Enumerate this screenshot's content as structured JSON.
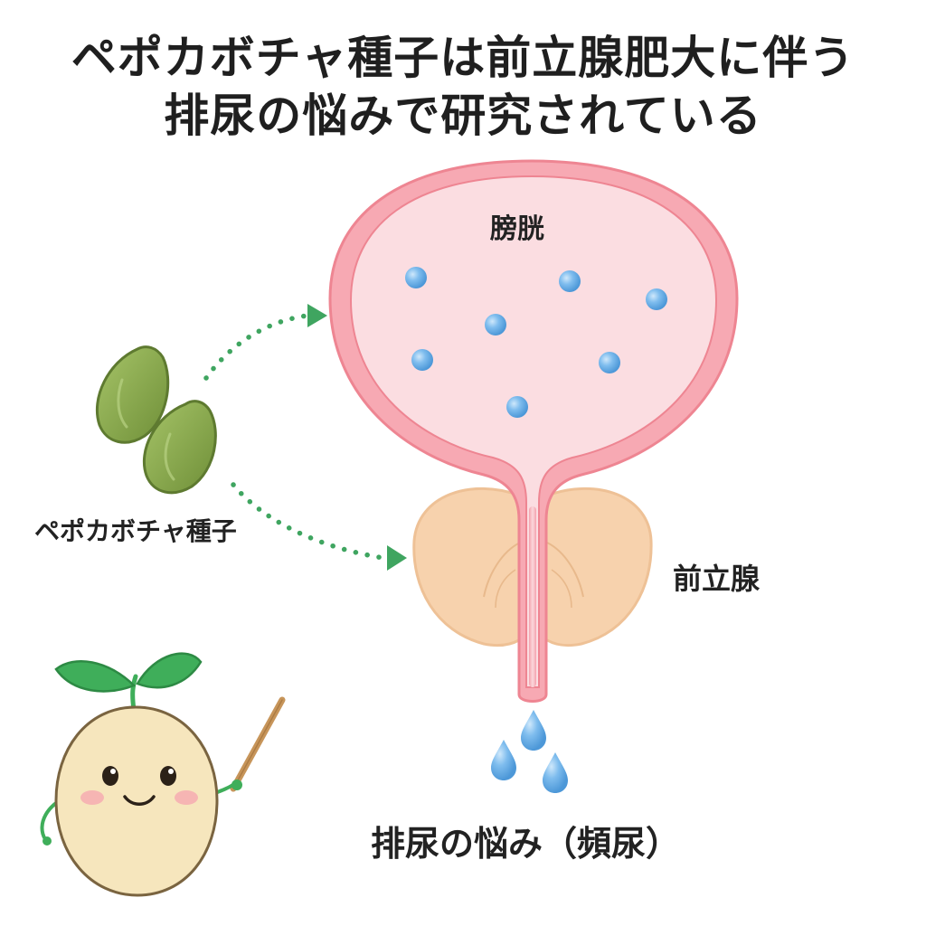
{
  "title": {
    "line1": "ペポカボチャ種子は前立腺肥大に伴う",
    "line2": "排尿の悩みで研究されている"
  },
  "labels": {
    "bladder": "膀胱",
    "seeds": "ペポカボチャ種子",
    "prostate": "前立腺",
    "caption": "排尿の悩み（頻尿）"
  },
  "colors": {
    "bladder_outer": "#f7a9b3",
    "bladder_inner": "#fbdde1",
    "bladder_stroke": "#ee8592",
    "prostate_fill": "#f7d2ad",
    "prostate_stroke": "#eec196",
    "droplet": "#6fb4ea",
    "seed_fill": "#8fae52",
    "seed_stroke": "#5e7a30",
    "arrow": "#3fa560",
    "mascot_body": "#f6e6bd",
    "mascot_leaf": "#3fae5a"
  },
  "icons": {
    "seeds": "pumpkin-seed-icon",
    "mascot": "seedling-mascot-icon",
    "pointer": "pointer-stick-icon",
    "droplets": "water-drop-icon"
  }
}
